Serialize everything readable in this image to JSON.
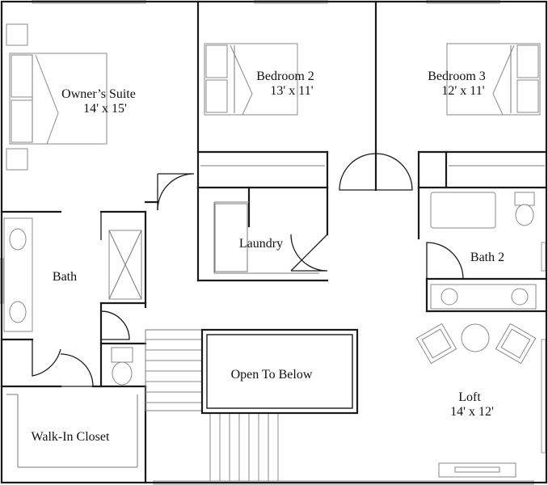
{
  "rooms": [
    {
      "key": "owners_suite",
      "name": "Owner’s Suite",
      "dims": "14' x 15'"
    },
    {
      "key": "bedroom2",
      "name": "Bedroom 2",
      "dims": "13' x 11'"
    },
    {
      "key": "bedroom3",
      "name": "Bedroom 3",
      "dims": "12' x 11'"
    },
    {
      "key": "laundry",
      "name": "Laundry"
    },
    {
      "key": "bath",
      "name": "Bath"
    },
    {
      "key": "bath2",
      "name": "Bath 2"
    },
    {
      "key": "walkin",
      "name": "Walk-In Closet"
    },
    {
      "key": "open_below",
      "name": "Open To Below"
    },
    {
      "key": "loft",
      "name": "Loft",
      "dims": "14' x 12'"
    }
  ]
}
